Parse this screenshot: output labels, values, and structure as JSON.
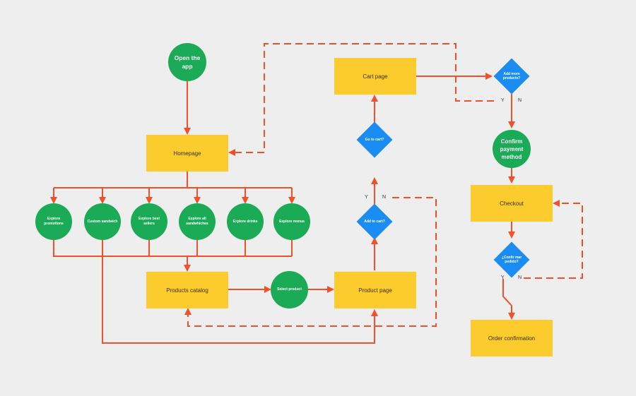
{
  "nodes": {
    "open_app": "Open the app",
    "homepage": "Homepage",
    "explore_promotions": "Explore promotions",
    "custom_sandwich": "Custom sandwich",
    "explore_best_sellers": "Explore best sellers",
    "explore_all_sandwiches": "Explore all sandwhiches",
    "explore_drinks": "Explore drinks",
    "explore_menus": "Explore menus",
    "products_catalog": "Products catalog",
    "select_product": "Select product",
    "product_page": "Product page",
    "add_to_cart": "Add to cart?",
    "go_to_cart": "Go to cart?",
    "cart_page": "Cart page",
    "add_more_products": "Add more products?",
    "confirm_payment": "Confirm payment method",
    "checkout": "Checkout",
    "confirm_order": "¿Confir mar pedido?",
    "order_confirmation": "Order confirmation"
  },
  "branch_labels": {
    "add_to_cart_yes": "Y",
    "add_to_cart_no": "N",
    "add_more_yes": "Y",
    "add_more_no": "N",
    "confirm_order_yes": "Y",
    "confirm_order_no": "N"
  },
  "colors": {
    "process": "#fccb2d",
    "action": "#1baa55",
    "decision": "#1a8cf2",
    "arrow": "#f0502a",
    "background": "#eeeeee"
  }
}
